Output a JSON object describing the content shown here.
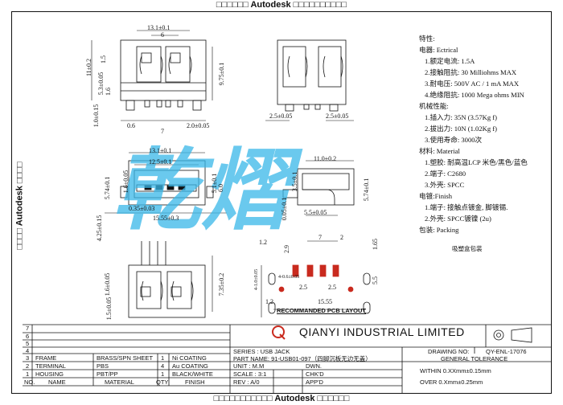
{
  "watermark": {
    "text": "Autodesk",
    "big_text": "乾熠"
  },
  "dims": {
    "top_width": "13.1±0.1",
    "top_inner": "6",
    "height_11": "11±0.2",
    "d_1_5": "1.5",
    "d_5_3": "5.3±0.05",
    "d_1_6": "1.6",
    "d_9_75": "9.75±0.1",
    "d_1_0": "1.0±0.15",
    "d_0_6": "0.6",
    "d_7": "7",
    "d_2": "2.0±0.05",
    "side_2_5a": "2.5±0.05",
    "side_2_5b": "2.5±0.05",
    "front_13_1": "13.1±0.1",
    "front_12_5": "12.5±0.1",
    "front_5_74": "5.74±0.1",
    "front_1_6": "1.6±0.05",
    "front_5_1": "5.1±0.1",
    "front_6": "6.0",
    "front_0_35": "0.35±0.03",
    "front_15_55": "15.55±0.3",
    "front_4_25": "4.25±0.15",
    "side2_11": "11.0±0.2",
    "side2_3_5": "3.5±0.1",
    "side2_5_74": "5.74±0.1",
    "side2_0_05": "0.05±0.1",
    "side2_5_5": "5.5±0.05",
    "bot_7_35": "7.35±0.2",
    "bot_1_6": "1.6±0.05",
    "bot_1_5": "1.5±0.05",
    "pcb_7": "7",
    "pcb_2": "2",
    "pcb_1_2a": "1.2",
    "pcb_2_5": "2.5",
    "pcb_2_5b": "2.5",
    "pcb_1_65": "1.65",
    "pcb_2_9": "2.9",
    "pcb_5_5": "5.5",
    "pcb_1_2b": "1.2",
    "pcb_4_0": "4-0.6±0.05",
    "pcb_4_1": "4-1.0±0.05",
    "pcb_15_55": "15.55"
  },
  "specs": {
    "title": "特性:",
    "electrical": "电器: Ectrical",
    "e1": "1.额定电流: 1.5A",
    "e2": "2.接触阻抗: 30 Milliohms MAX",
    "e3": "3.耐电压: 500V AC / 1 mA MAX",
    "e4": "4.绝缘阻抗: 1000 Mega ohms MIN",
    "mech": "机械性能:",
    "m1": "1.插入力: 35N (3.57Kg f)",
    "m2": "2.拔出力: 10N (1.02Kg f)",
    "m3": "3.使用寿命: 3000次",
    "material": "材料: Material",
    "mat1": "1.塑胶: 耐高温LCP 米色/黑色/蓝色",
    "mat2": "2.端子: C2680",
    "mat3": "3.外壳: SPCC",
    "finish": "电镀:Finish",
    "f1": "1.端子: 接触点镀金, 脚镀锡.",
    "f2": "2.外壳: SPCC镀镍 (2u)",
    "packing": "包装: Packing",
    "pack1": "吸塑盒包装"
  },
  "pcb_title": "RECOMMANDED PCB LAYOUT",
  "title_block": {
    "company": "QIANYI INDUSTRIAL LIMITED",
    "row_numbers": [
      "7",
      "6",
      "5",
      "4",
      "3",
      "2",
      "1"
    ],
    "rows": [
      {
        "name": "FRAME",
        "material": "BRASS/SPN SHEET",
        "qty": "1",
        "no": "Ni COATING"
      },
      {
        "name": "TERMINAL",
        "material": "PBS",
        "qty": "4",
        "no": "Au COATING"
      },
      {
        "name": "HOUSING",
        "material": "PBT/PP",
        "qty": "1",
        "no": "BLACK/WHITE"
      }
    ],
    "header": {
      "no": "NO.",
      "name": "NAME",
      "material": "MATERIAL",
      "qty": "QTY",
      "finish": "FINISH"
    },
    "series": "SERIES : USB JACK",
    "part_name": "PART NAME: 91-USB01-097（四脚沉板无边无盖）",
    "unit": "UNIT : M.M",
    "dwn": "DWN.",
    "scale": "SCALE : 3:1",
    "chkd": "CHK'D",
    "rev": "REV : A/0",
    "appd": "APP'D",
    "drawing_no_label": "DRAWING NO:",
    "drawing_no": "QY-ENL-17076",
    "tolerance": "GENERAL TOLERANCE",
    "within": "WITHIN  0.XXmm±0.15mm",
    "over": "OVER   0.Xmm±0.25mm"
  }
}
